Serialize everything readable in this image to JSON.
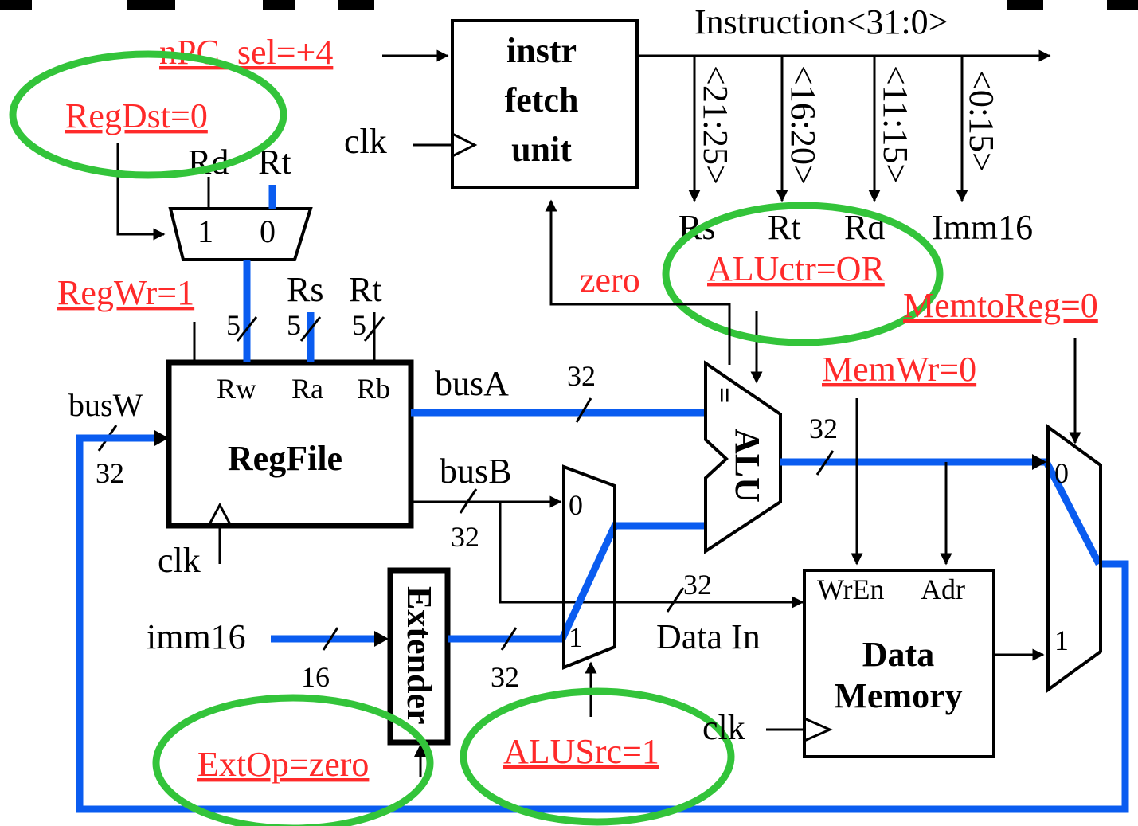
{
  "control": {
    "npc_sel": "nPC_sel=+4",
    "regdst": "RegDst=0",
    "regwr": "RegWr=1",
    "aluctr": "ALUctr=OR",
    "memtoreg": "MemtoReg=0",
    "memwr": "MemWr=0",
    "extop": "ExtOp=zero",
    "alusrc": "ALUSrc=1",
    "zero": "zero"
  },
  "ifu": {
    "line1": "instr",
    "line2": "fetch",
    "line3": "unit",
    "instruction": "Instruction<31:0>",
    "fields": [
      "<21:25>",
      "<16:20>",
      "<11:15>",
      "<0:15>"
    ],
    "outputs": [
      "Rs",
      "Rt",
      "Rd",
      "Imm16"
    ]
  },
  "regdst_mux": {
    "in_rd": "Rd",
    "in_rt": "Rt",
    "sel1": "1",
    "sel0": "0"
  },
  "regfile": {
    "title": "RegFile",
    "ports": [
      "Rw",
      "Ra",
      "Rb"
    ],
    "src_rs": "Rs",
    "src_rt": "Rt",
    "width5": "5",
    "busW": "busW",
    "busA": "busA",
    "busB": "busB"
  },
  "widths": {
    "w32": "32",
    "w16": "16"
  },
  "clk": "clk",
  "extender": {
    "title": "Extender",
    "input": "imm16"
  },
  "alusrc_mux": {
    "in0": "0",
    "in1": "1"
  },
  "alu": {
    "title": "ALU",
    "eq": "="
  },
  "memory": {
    "line1": "Data",
    "line2": "Memory",
    "wren": "WrEn",
    "adr": "Adr",
    "data_in": "Data In"
  },
  "memtoreg_mux": {
    "in0": "0",
    "in1": "1"
  },
  "colors": {
    "control": "#ff2a2a",
    "active": "#0a5cf0",
    "highlight": "#33c43a"
  }
}
